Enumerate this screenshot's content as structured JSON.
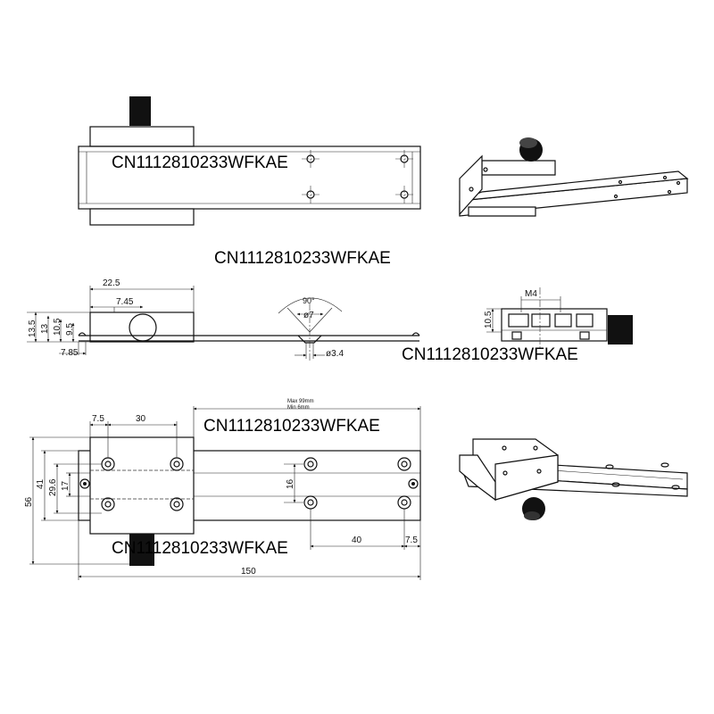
{
  "watermarks": [
    "CN1112810233WFKAE",
    "CN1112810233WFKAE",
    "CN1112810233WFKAE",
    "CN1112810233WFKAE",
    "CN1112810233WFKAE"
  ],
  "side_view": {
    "dim_22_5": "22.5",
    "dim_7_45": "7.45",
    "dim_13_5": "13.5",
    "dim_13": "13",
    "dim_10_5": "10.5",
    "dim_9_5": "9.5",
    "dim_7_85": "7.85",
    "angle": "90°",
    "dia_7": "ø7",
    "dia_3_4": "ø3.4"
  },
  "end_view": {
    "thread": "M4",
    "dim_10_5": "10.5"
  },
  "top_view": {
    "max_travel": "Max 99mm",
    "min_travel": "Min  6mm",
    "dim_7_5_left": "7.5",
    "dim_30": "30",
    "dim_56": "56",
    "dim_41": "41",
    "dim_29_6": "29.6",
    "dim_17": "17",
    "dim_16": "16",
    "dim_40": "40",
    "dim_7_5_right": "7.5",
    "dim_150": "150"
  }
}
